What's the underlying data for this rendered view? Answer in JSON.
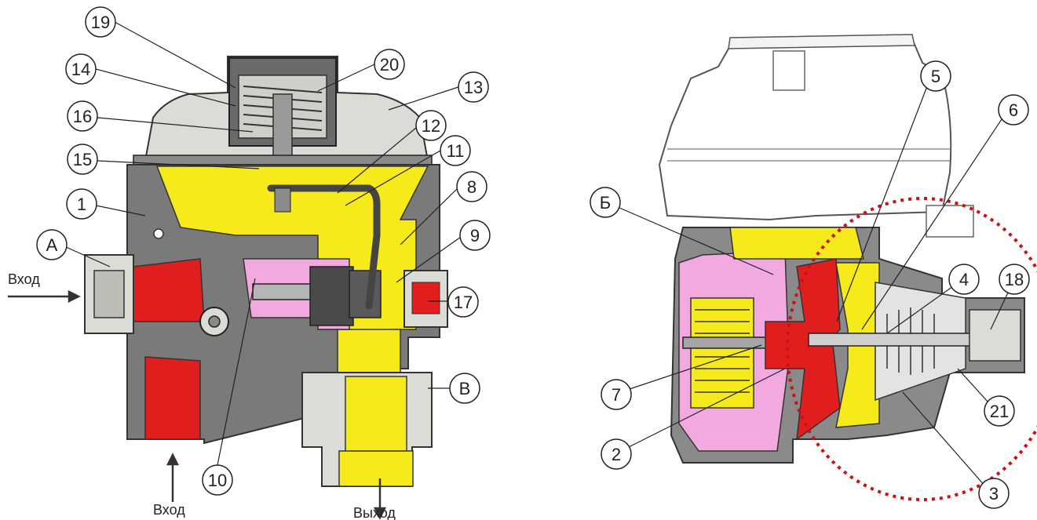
{
  "diagram": {
    "left_callouts": [
      "19",
      "14",
      "16",
      "15",
      "1",
      "A",
      "20",
      "13",
      "12",
      "11",
      "8",
      "9",
      "17",
      "B",
      "10"
    ],
    "right_callouts": [
      "Б",
      "5",
      "6",
      "4",
      "18",
      "7",
      "2",
      "21",
      "3"
    ],
    "flow_labels": {
      "inlet_side": "Вход",
      "inlet_bottom": "Вход",
      "outlet_bottom": "Выход"
    },
    "colors": {
      "housing": "#7a7a7a",
      "body_dark": "#5f5f5f",
      "gas_inlet": "#e01e1e",
      "gas_outlet": "#f6ea1a",
      "intermediate": "#f2a9e0",
      "cover": "#dcdcd6",
      "highlight_ring": "#cc1111"
    }
  }
}
